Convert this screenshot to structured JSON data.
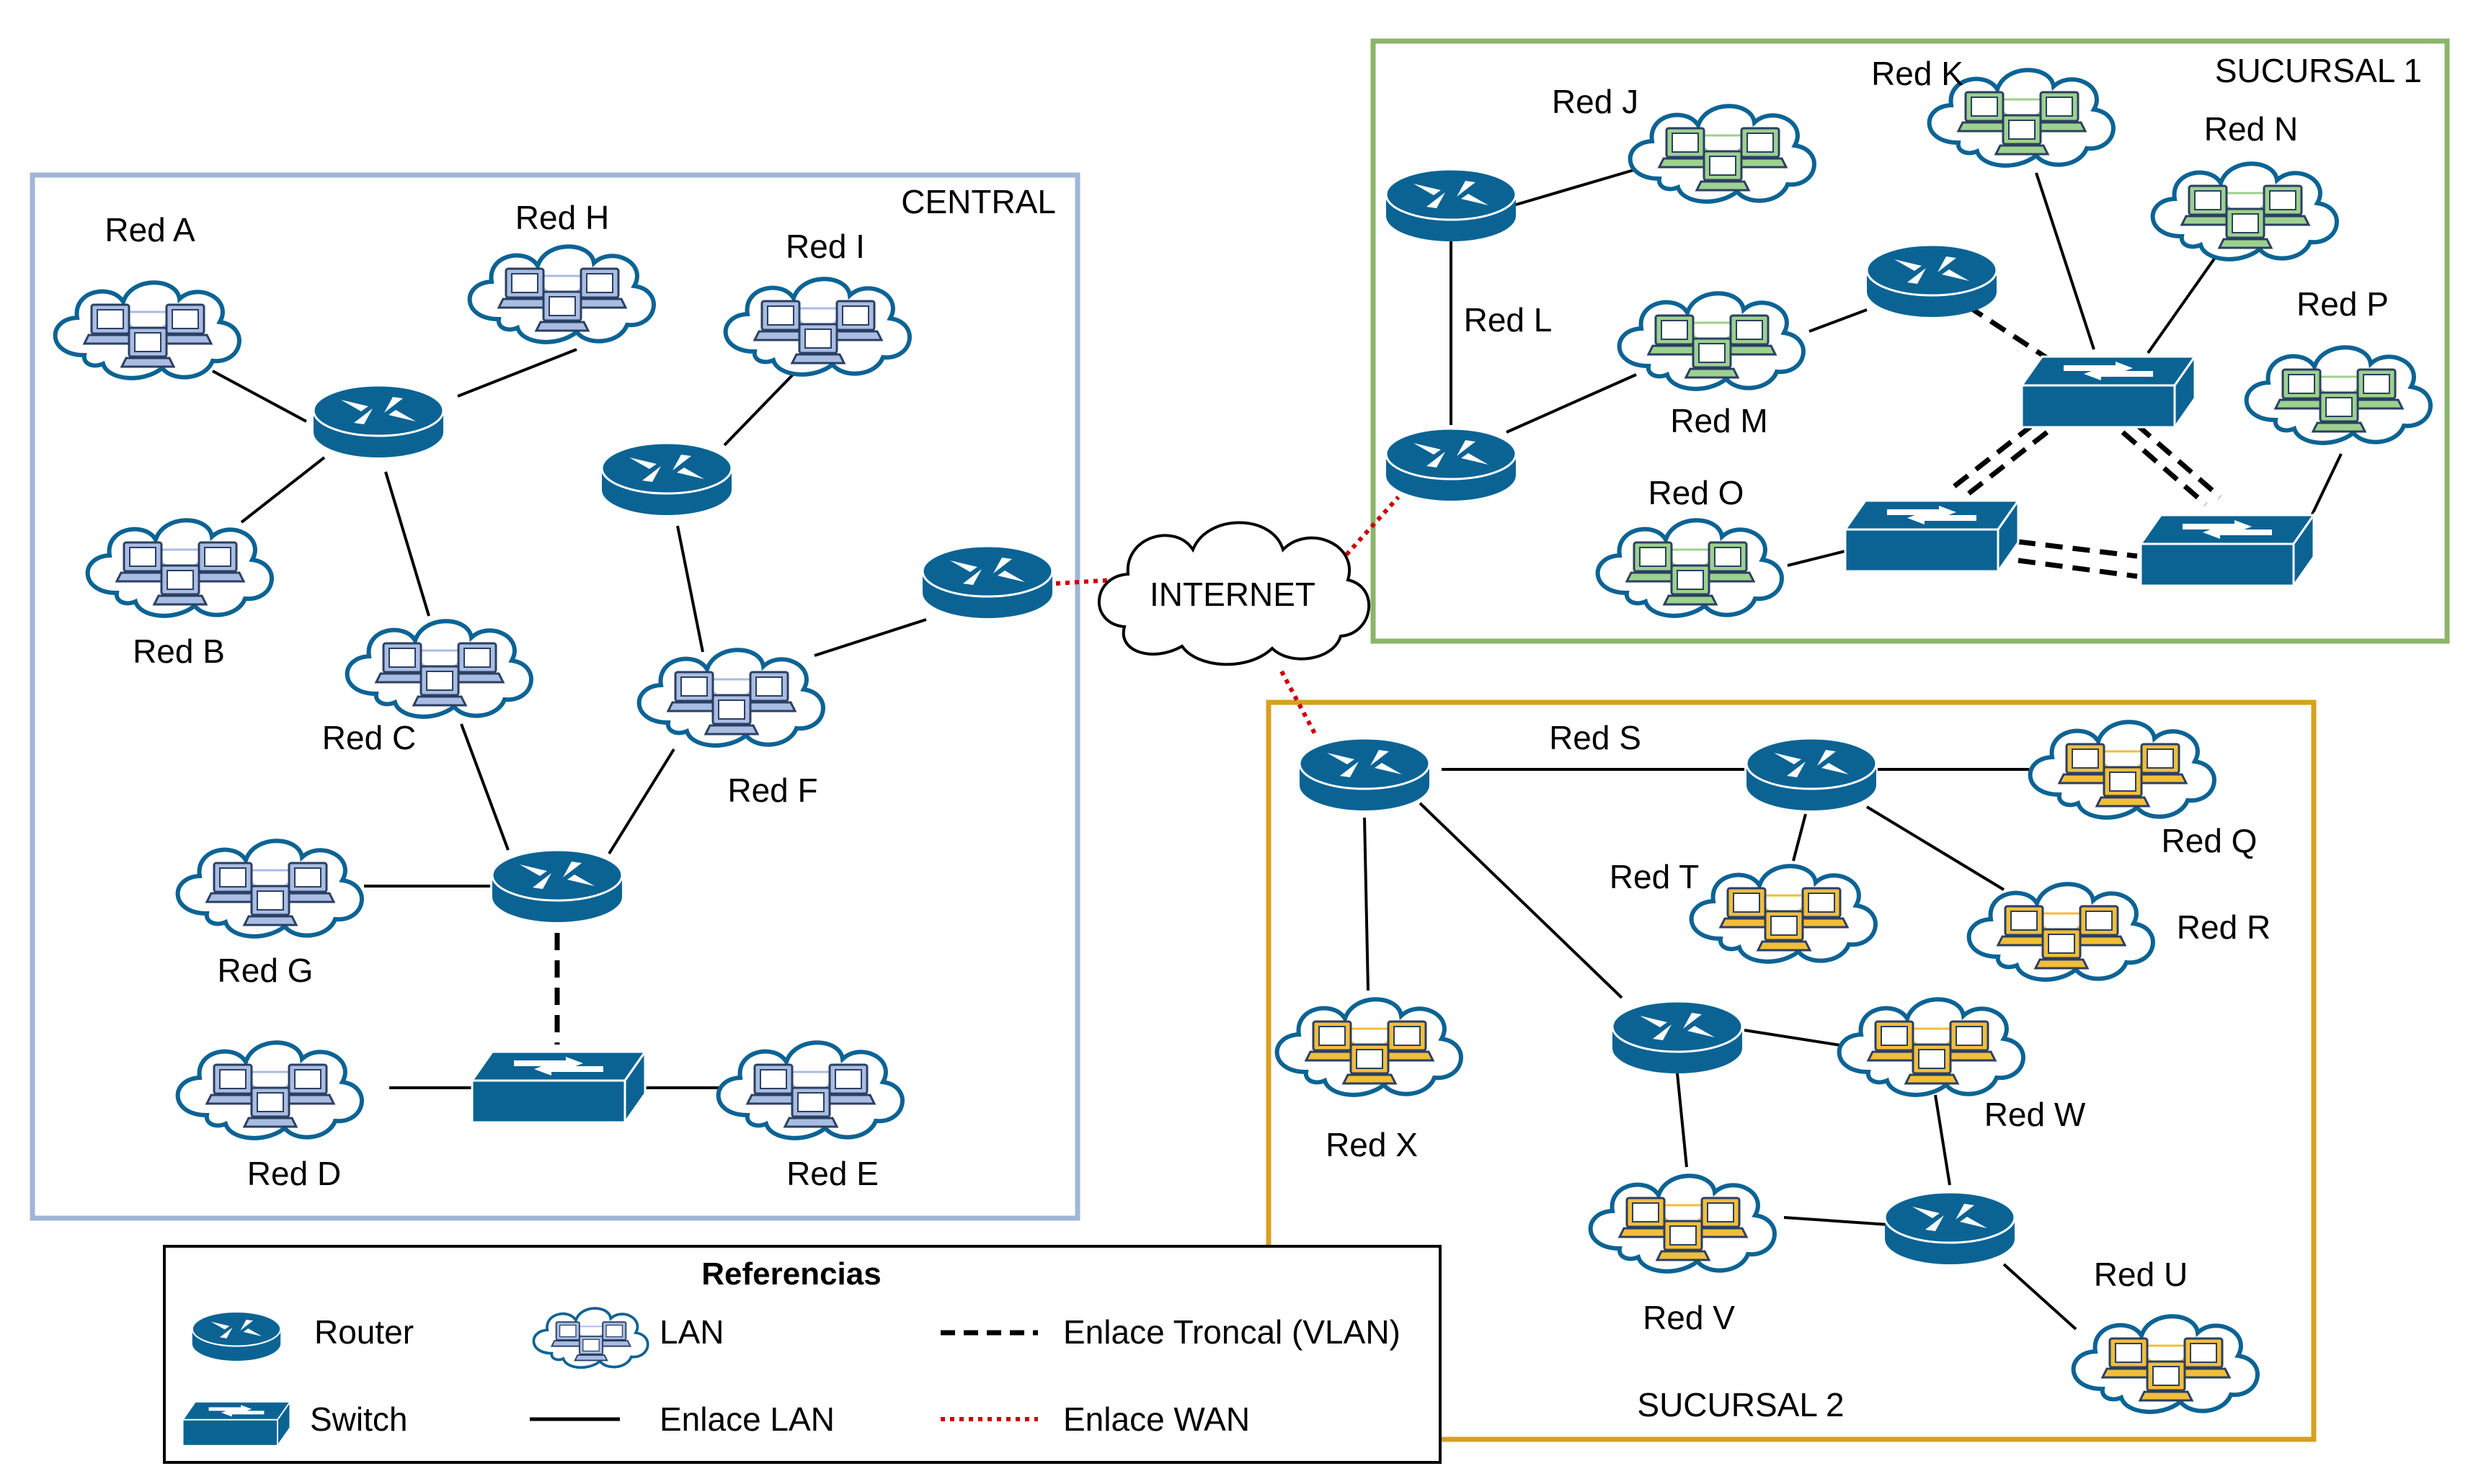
{
  "zones": {
    "central": {
      "label": "CENTRAL",
      "color": "#a0b6d8"
    },
    "sucursal1": {
      "label": "SUCURSAL 1",
      "color": "#8ab56a"
    },
    "sucursal2": {
      "label": "SUCURSAL 2",
      "color": "#d6a120"
    }
  },
  "internet": {
    "label": "INTERNET"
  },
  "networks": [
    {
      "id": "a",
      "label": "Red A",
      "zone": "central"
    },
    {
      "id": "b",
      "label": "Red B",
      "zone": "central"
    },
    {
      "id": "c",
      "label": "Red C",
      "zone": "central"
    },
    {
      "id": "d",
      "label": "Red D",
      "zone": "central"
    },
    {
      "id": "e",
      "label": "Red E",
      "zone": "central"
    },
    {
      "id": "f",
      "label": "Red F",
      "zone": "central"
    },
    {
      "id": "g",
      "label": "Red G",
      "zone": "central"
    },
    {
      "id": "h",
      "label": "Red H",
      "zone": "central"
    },
    {
      "id": "i",
      "label": "Red I",
      "zone": "central"
    },
    {
      "id": "j",
      "label": "Red J",
      "zone": "sucursal1"
    },
    {
      "id": "k",
      "label": "Red K",
      "zone": "sucursal1"
    },
    {
      "id": "l",
      "label": "Red L",
      "zone": "sucursal1"
    },
    {
      "id": "m",
      "label": "Red M",
      "zone": "sucursal1"
    },
    {
      "id": "n",
      "label": "Red N",
      "zone": "sucursal1"
    },
    {
      "id": "o",
      "label": "Red O",
      "zone": "sucursal1"
    },
    {
      "id": "p",
      "label": "Red P",
      "zone": "sucursal1"
    },
    {
      "id": "q",
      "label": "Red Q",
      "zone": "sucursal2"
    },
    {
      "id": "r",
      "label": "Red R",
      "zone": "sucursal2"
    },
    {
      "id": "s",
      "label": "Red S",
      "zone": "sucursal2"
    },
    {
      "id": "t",
      "label": "Red T",
      "zone": "sucursal2"
    },
    {
      "id": "u",
      "label": "Red U",
      "zone": "sucursal2"
    },
    {
      "id": "v",
      "label": "Red V",
      "zone": "sucursal2"
    },
    {
      "id": "w",
      "label": "Red W",
      "zone": "sucursal2"
    },
    {
      "id": "x",
      "label": "Red X",
      "zone": "sucursal2"
    }
  ],
  "legend": {
    "title": "Referencias",
    "router": "Router",
    "switch": "Switch",
    "lan": "LAN",
    "lan_link": "Enlace LAN",
    "trunk_link": "Enlace Troncal (VLAN)",
    "wan_link": "Enlace WAN"
  },
  "colors": {
    "device": "#0b6394",
    "lan_central": "#a9bde3",
    "lan_sucursal1": "#9cd18e",
    "lan_sucursal2": "#f2be3a",
    "wan_link": "#cc0000",
    "link": "#000000"
  },
  "icons": {
    "router": "router-icon",
    "switch": "switch-icon",
    "lan": "lan-cloud-icon",
    "internet": "internet-cloud-icon"
  }
}
